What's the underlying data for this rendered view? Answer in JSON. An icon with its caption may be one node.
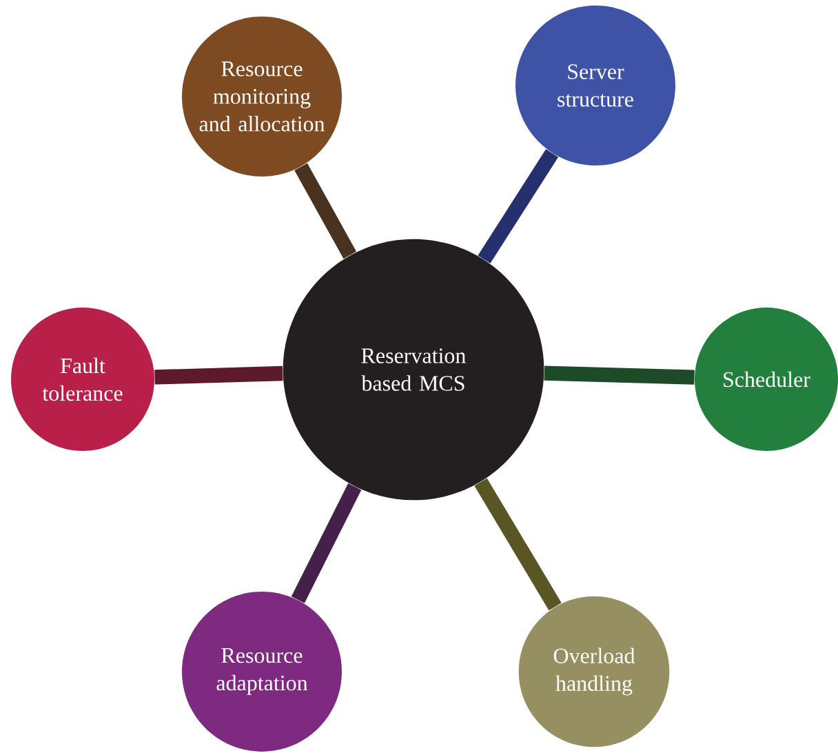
{
  "diagram": {
    "nodes": [
      {
        "text": [
          "Reservation based MCS"
        ]
      },
      {
        "text": [
          "Resource monitoring and allocation"
        ]
      },
      {
        "text": [
          "Server structure"
        ]
      },
      {
        "text": [
          "Fault tolerance"
        ]
      },
      {
        "text": [
          "Scheduler"
        ]
      },
      {
        "text": [
          "Resource adaptation"
        ]
      },
      {
        "text": [
          "Overload handling"
        ]
      }
    ],
    "edges": [
      {
        "from": 0,
        "to": 1,
        "arrow": "none",
        "color": "#4a3220"
      },
      {
        "from": 0,
        "to": 2,
        "arrow": "none",
        "color": "#26306e"
      },
      {
        "from": 0,
        "to": 3,
        "arrow": "none",
        "color": "#5c1a2c"
      },
      {
        "from": 0,
        "to": 4,
        "arrow": "none",
        "color": "#1d4a27"
      },
      {
        "from": 0,
        "to": 5,
        "arrow": "none",
        "color": "#45214a"
      },
      {
        "from": 0,
        "to": 6,
        "arrow": "none",
        "color": "#5a5624"
      }
    ]
  }
}
